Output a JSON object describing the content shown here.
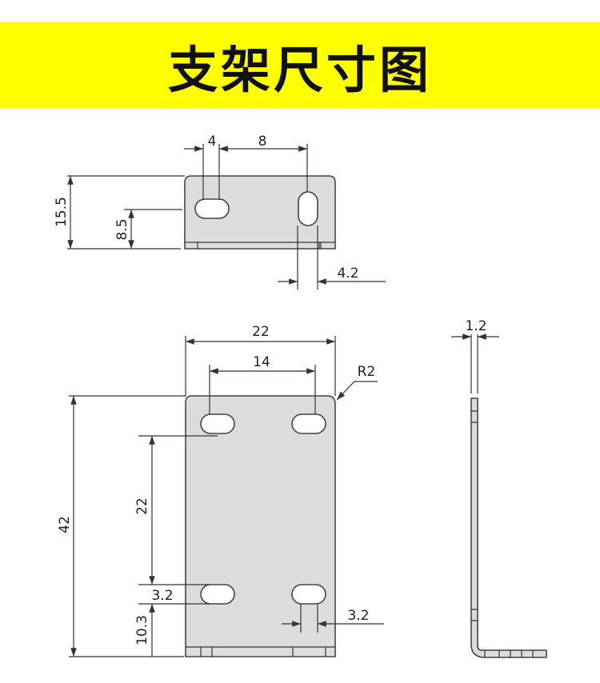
{
  "title": "支架尺寸图",
  "colors": {
    "banner": "#ffff00",
    "plate": "#dcdcdc",
    "line": "#333333"
  },
  "top_view": {
    "hole_width": "4",
    "hole_spacing": "8",
    "height": "15.5",
    "hole_height": "8.5",
    "slot_width": "4.2"
  },
  "front_view": {
    "width": "22",
    "hole_spacing_h": "14",
    "corner_radius": "R2",
    "height": "42",
    "hole_spacing_v": "22",
    "slot_height": "3.2",
    "bottom_offset": "10.3",
    "slot_width": "3.2"
  },
  "side_view": {
    "thickness": "1.2"
  }
}
